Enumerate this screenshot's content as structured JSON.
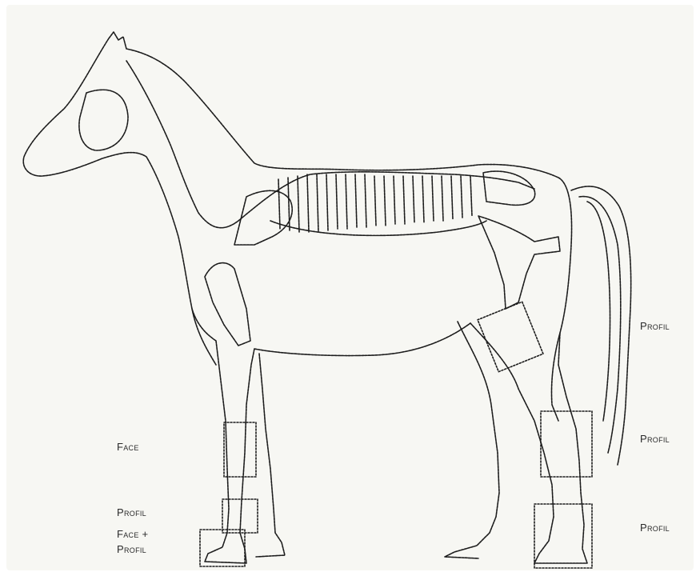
{
  "labels": {
    "face": "Face",
    "profil_front": "Profil",
    "face_profil_line1": "Face +",
    "face_profil_line2": "Profil",
    "profil_hock": "Profil",
    "profil_hind_cannon": "Profil",
    "profil_hind_foot": "Profil"
  },
  "colors": {
    "outline": "#1c1c1c",
    "background": "#f7f7f3"
  }
}
